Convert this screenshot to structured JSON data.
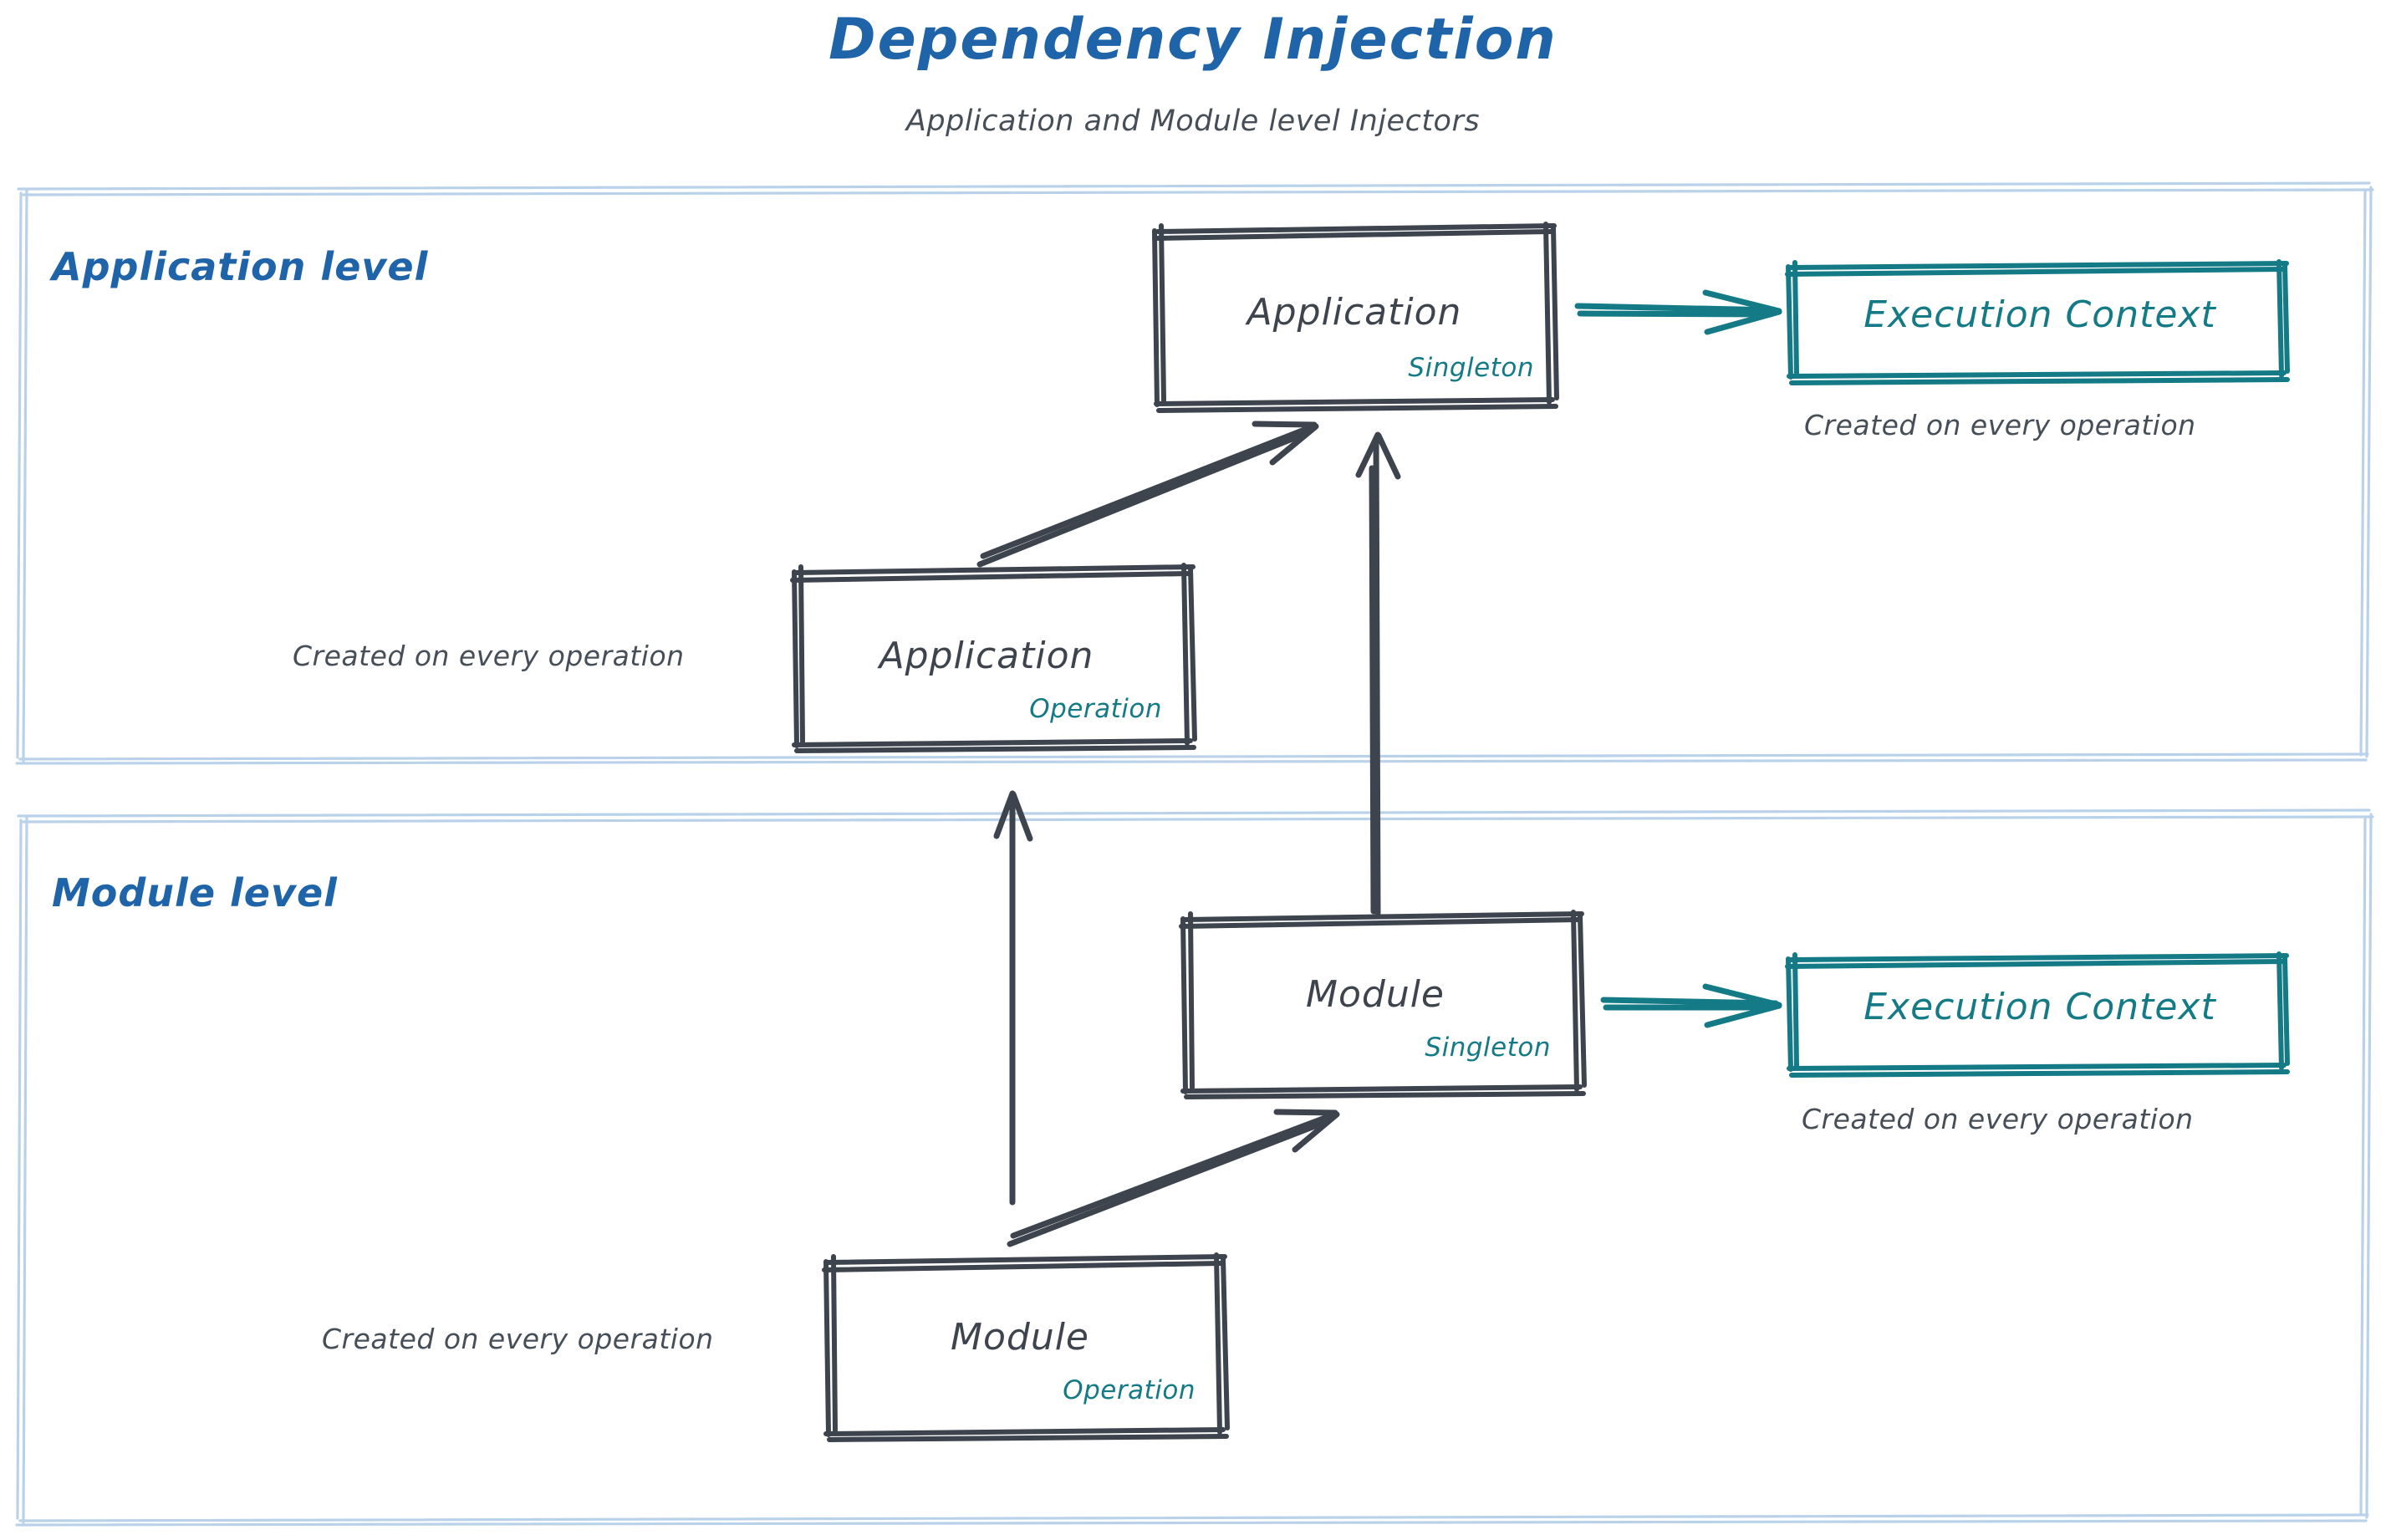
{
  "header": {
    "title": "Dependency Injection",
    "subtitle": "Application and Module level Injectors"
  },
  "colors": {
    "title_blue": "#1f63a8",
    "lane_label_blue": "#1f63a8",
    "lane_border_blue": "#b9d2ea",
    "node_stroke_gray": "#3d444d",
    "node_text_gray": "#3d444d",
    "caption_gray": "#464f58",
    "scope_teal": "#137a86",
    "execution_context_teal": "#137a86",
    "arrow_gray": "#3d444d",
    "arrow_teal": "#137a86",
    "background": "#ffffff"
  },
  "lanes": [
    {
      "id": "application-level",
      "label": "Application level"
    },
    {
      "id": "module-level",
      "label": "Module level"
    }
  ],
  "nodes": [
    {
      "id": "application-singleton",
      "title": "Application",
      "scope": "Singleton",
      "lane": "application-level"
    },
    {
      "id": "application-operation",
      "title": "Application",
      "scope": "Operation",
      "lane": "application-level"
    },
    {
      "id": "module-singleton",
      "title": "Module",
      "scope": "Singleton",
      "lane": "module-level"
    },
    {
      "id": "module-operation",
      "title": "Module",
      "scope": "Operation",
      "lane": "module-level"
    }
  ],
  "execution_contexts": [
    {
      "id": "execution-context-application",
      "title": "Execution Context",
      "caption": "Created on every operation",
      "lane": "application-level"
    },
    {
      "id": "execution-context-module",
      "title": "Execution Context",
      "caption": "Created on every operation",
      "lane": "module-level"
    }
  ],
  "captions": {
    "application_operation": "Created on every operation",
    "module_operation": "Created on every operation"
  },
  "edges": [
    {
      "id": "app-singleton-to-execution-context",
      "from": "application-singleton",
      "to": "execution-context-application",
      "style": "teal-arrow"
    },
    {
      "id": "app-operation-to-app-singleton",
      "from": "application-operation",
      "to": "application-singleton",
      "style": "gray-arrow"
    },
    {
      "id": "module-singleton-to-app-singleton",
      "from": "module-singleton",
      "to": "application-singleton",
      "style": "gray-arrow"
    },
    {
      "id": "module-singleton-to-execution-context",
      "from": "module-singleton",
      "to": "execution-context-module",
      "style": "teal-arrow"
    },
    {
      "id": "module-operation-to-module-singleton",
      "from": "module-operation",
      "to": "module-singleton",
      "style": "gray-arrow"
    },
    {
      "id": "module-operation-to-app-operation",
      "from": "module-operation",
      "to": "application-operation",
      "style": "gray-arrow"
    }
  ]
}
